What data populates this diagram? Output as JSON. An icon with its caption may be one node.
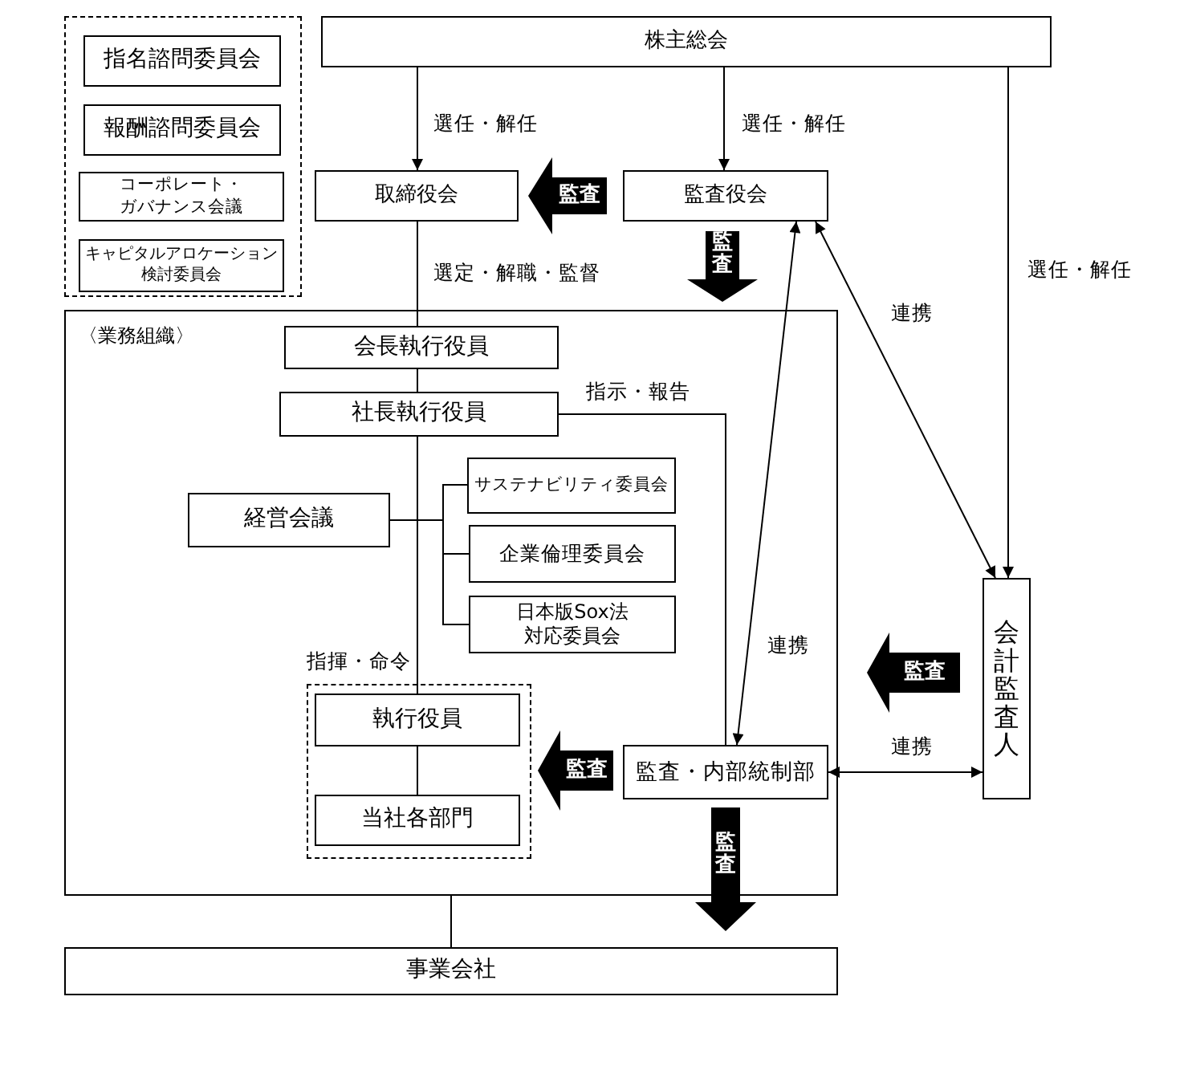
{
  "diagram": {
    "nodes": [
      {
        "text": [],
        "shape": "box"
      },
      {
        "text": [
          "指名諮問委員会"
        ],
        "in": 0
      },
      {
        "text": [
          "報酬諮問委員会"
        ],
        "in": 0
      },
      {
        "text": [
          "コーポレート・ガバナンス会議"
        ],
        "in": 0
      },
      {
        "text": [
          "キャピタルアロケーション検討委員会"
        ],
        "in": 0
      },
      {
        "text": [
          "株主総会"
        ]
      },
      {
        "text": [
          "取締役会"
        ]
      },
      {
        "text": [
          "監査役会"
        ]
      },
      {
        "text": [
          "〈業務組織〉"
        ]
      },
      {
        "text": [
          "会長執行役員"
        ],
        "in": 8
      },
      {
        "text": [
          "社長執行役員"
        ],
        "in": 8
      },
      {
        "text": [
          "経営会議"
        ],
        "in": 8
      },
      {
        "text": [
          "サステナビリティ委員会"
        ],
        "in": 8
      },
      {
        "text": [
          "企業倫理委員会"
        ],
        "in": 8
      },
      {
        "text": [
          "日本版Sox法対応委員会"
        ],
        "in": 8
      },
      {
        "text": [],
        "shape": "box",
        "in": 8
      },
      {
        "text": [
          "執行役員"
        ],
        "in": 15
      },
      {
        "text": [
          "当社各部門"
        ],
        "in": 15
      },
      {
        "text": [
          "監査・内部統制部"
        ],
        "in": 8
      },
      {
        "text": [
          "事業会社"
        ]
      },
      {
        "text": [
          "会計監査人"
        ]
      }
    ],
    "edges": [
      {
        "from": 5,
        "to": 6,
        "arrow": "to",
        "label": "選任・解任"
      },
      {
        "from": 5,
        "to": 7,
        "arrow": "to",
        "label": "選任・解任"
      },
      {
        "from": 5,
        "to": 20,
        "arrow": "to",
        "label": "選任・解任"
      },
      {
        "from": 7,
        "to": 6,
        "arrow": "to",
        "label": "監査",
        "style": "thick"
      },
      {
        "from": 7,
        "to": 8,
        "arrow": "to",
        "label": "監査",
        "style": "thick"
      },
      {
        "from": 6,
        "to": 9,
        "arrow": "none",
        "label": "選定・解職・監督"
      },
      {
        "from": 9,
        "to": 10,
        "arrow": "none"
      },
      {
        "from": 10,
        "to": 16,
        "arrow": "none",
        "label": "指揮・命令"
      },
      {
        "from": 11,
        "to": 12,
        "arrow": "none"
      },
      {
        "from": 11,
        "to": 13,
        "arrow": "none"
      },
      {
        "from": 11,
        "to": 14,
        "arrow": "none"
      },
      {
        "from": 10,
        "to": 18,
        "arrow": "none",
        "label": "指示・報告"
      },
      {
        "from": 7,
        "to": 18,
        "arrow": "both",
        "label": "連携"
      },
      {
        "from": 7,
        "to": 20,
        "arrow": "both",
        "label": "連携"
      },
      {
        "from": 18,
        "to": 20,
        "arrow": "both",
        "label": "連携"
      },
      {
        "from": 16,
        "to": 17,
        "arrow": "none"
      },
      {
        "from": 18,
        "to": 15,
        "arrow": "to",
        "label": "監査",
        "style": "thick"
      },
      {
        "from": 18,
        "to": 19,
        "arrow": "to",
        "label": "監査",
        "style": "thick"
      },
      {
        "from": 20,
        "to": 8,
        "arrow": "to",
        "label": "監査",
        "style": "thick"
      },
      {
        "from": 8,
        "to": 19,
        "arrow": "none"
      }
    ]
  }
}
